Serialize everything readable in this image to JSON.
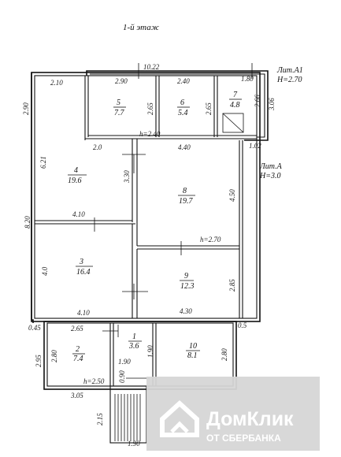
{
  "title": "1-й этаж",
  "lit_a1": {
    "name": "Лит.А1",
    "height": "H=2.70"
  },
  "lit_a": {
    "name": "Лит.А",
    "height": "H=3.0"
  },
  "rooms": [
    {
      "num": "1",
      "area": "3.6"
    },
    {
      "num": "2",
      "area": "7.4"
    },
    {
      "num": "3",
      "area": "16.4"
    },
    {
      "num": "4",
      "area": "19.6"
    },
    {
      "num": "5",
      "area": "7.7"
    },
    {
      "num": "6",
      "area": "5.4"
    },
    {
      "num": "7",
      "area": "4.8"
    },
    {
      "num": "8",
      "area": "19.7"
    },
    {
      "num": "9",
      "area": "12.3"
    },
    {
      "num": "10",
      "area": "8.1"
    }
  ],
  "dims": {
    "top_total": "10.22",
    "d_2_10": "2.10",
    "d_2_90_top": "2.90",
    "d_2_40_top": "2.40",
    "d_1_80": "1.80",
    "d_2_90_left": "2.90",
    "d_2_65_a": "2.65",
    "d_2_65_b": "2.65",
    "d_2_66": "2.66",
    "d_3_06": "3.06",
    "h_2_40": "h=2.40",
    "d_2_0": "2.0",
    "d_4_40": "4.40",
    "d_1_02": "1.02",
    "d_6_21": "6.21",
    "d_3_30": "3.30",
    "d_4_50": "4.50",
    "d_8_20": "8.20",
    "d_4_10_a": "4.10",
    "h_2_70": "h=2.70",
    "d_4_0": "4.0",
    "d_2_85": "2.85",
    "d_4_10_b": "4.10",
    "d_4_30": "4.30",
    "d_0_45": "0.45",
    "d_2_65_c": "2.65",
    "d_0_5": "0.5",
    "d_2_95": "2.95",
    "d_2_80_a": "2.80",
    "d_1_90_a": "1.90",
    "d_1_90_b": "1.90",
    "d_2_80_b": "2.80",
    "h_2_50": "h=2.50",
    "d_0_90": "0.90",
    "d_3_05": "3.05",
    "d_2_15": "2.15",
    "d_1_90_c": "1.90"
  },
  "watermark": {
    "brand": "ДомКлик",
    "sub": "ОТ СБЕРБАНКА"
  }
}
